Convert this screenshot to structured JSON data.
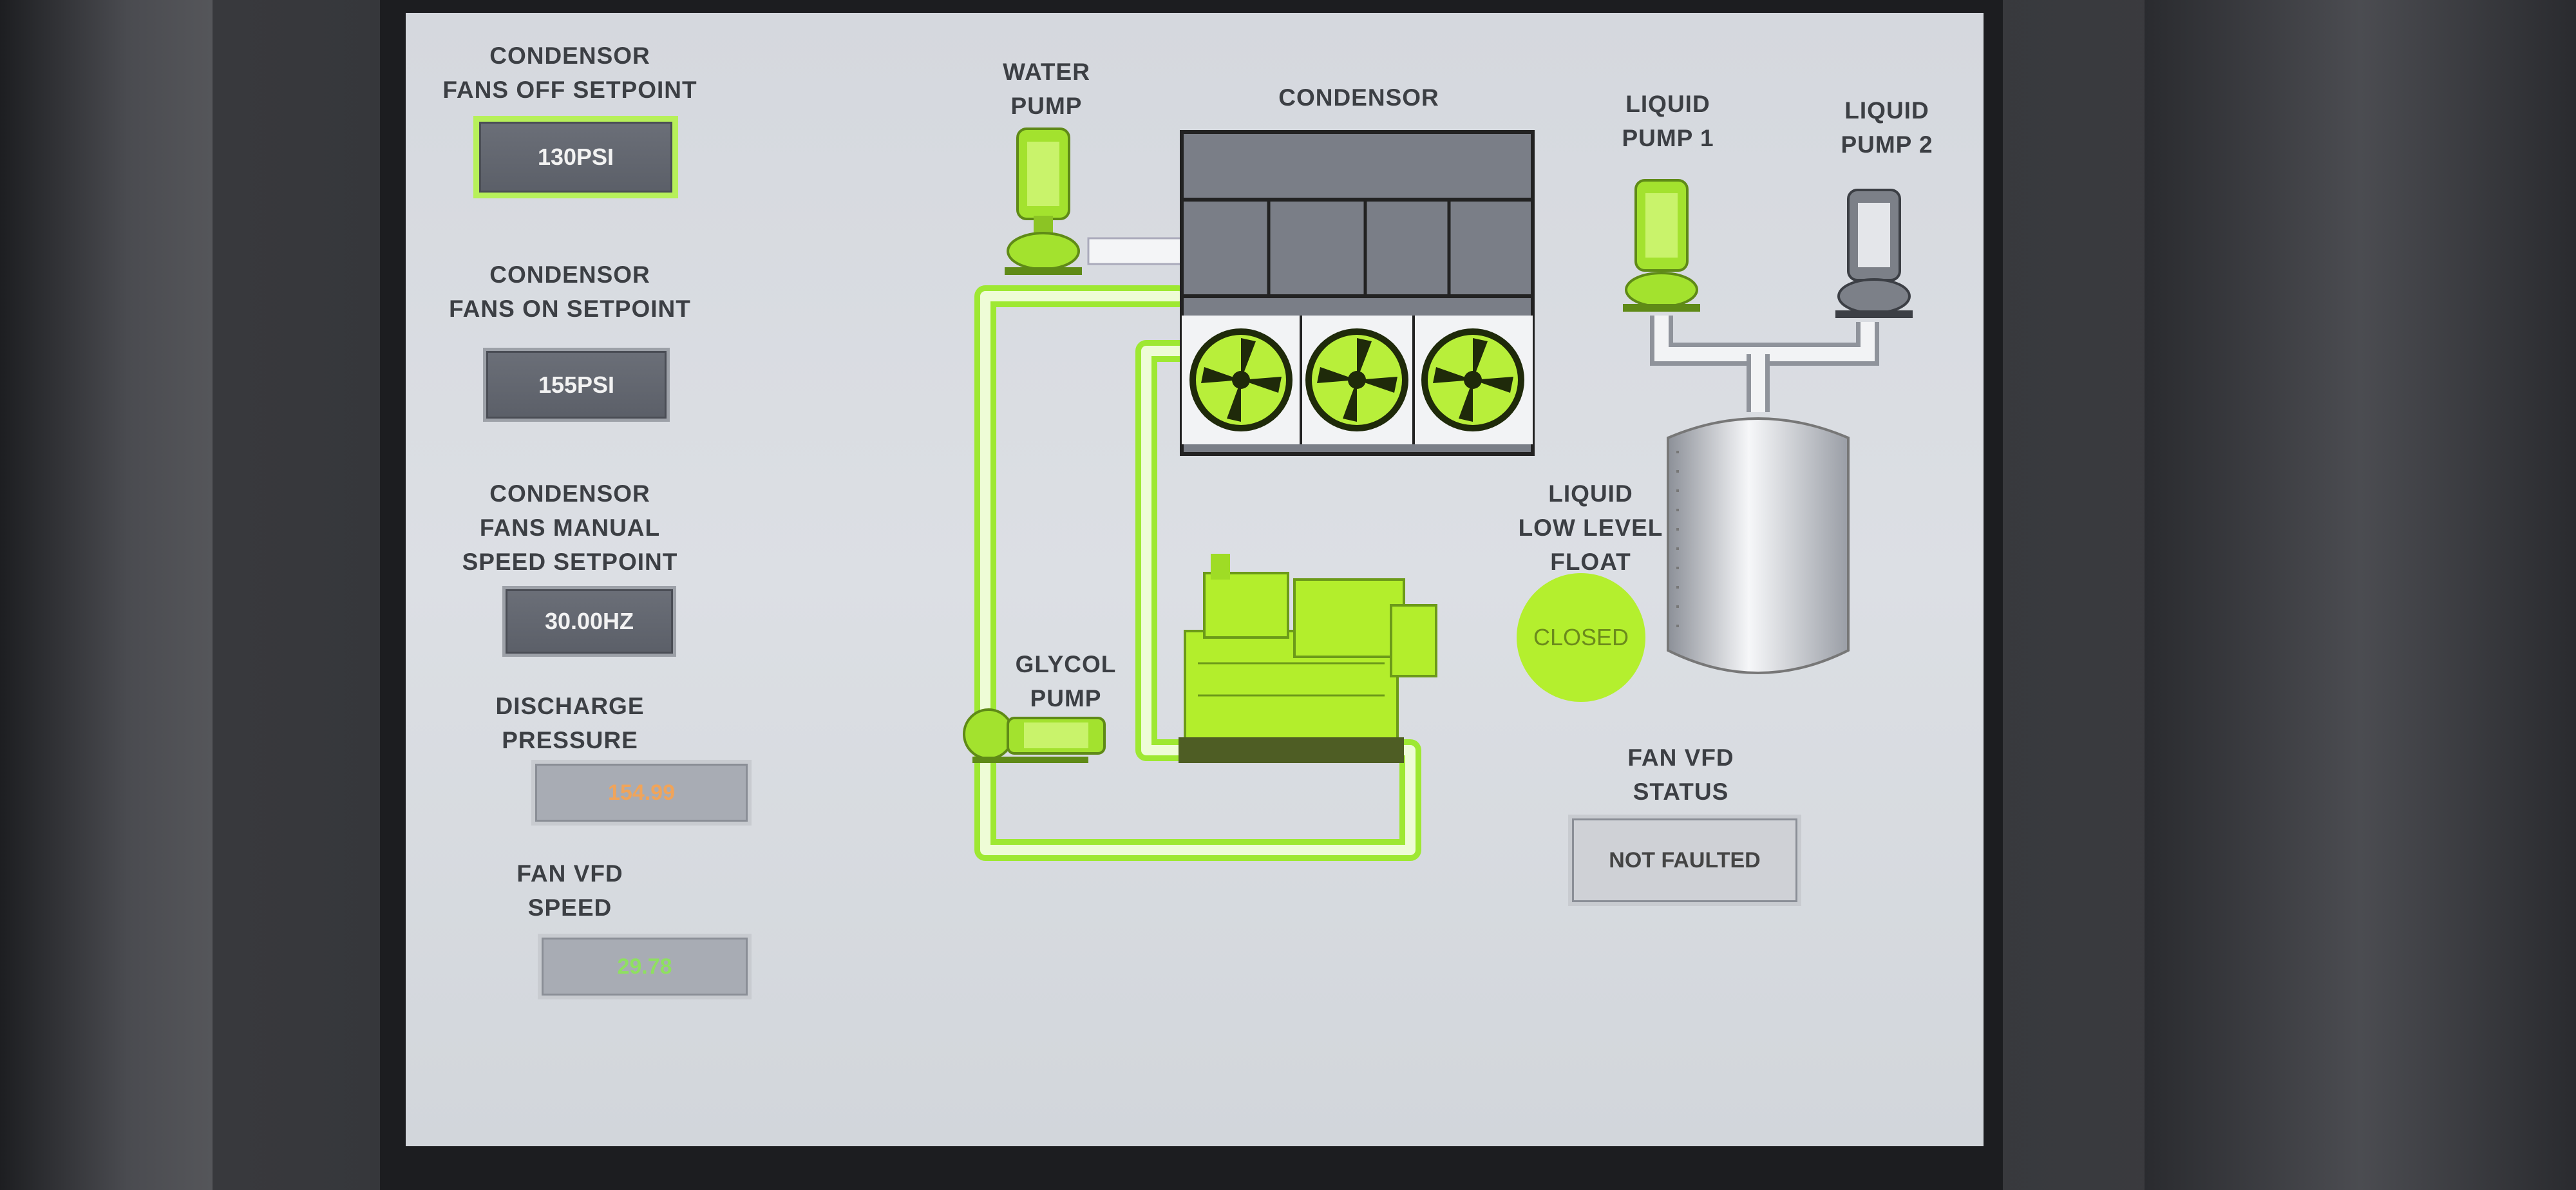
{
  "setpoints": {
    "fans_off": {
      "label_1": "CONDENSOR",
      "label_2": "FANS OFF SETPOINT",
      "value": "130PSI"
    },
    "fans_on": {
      "label_1": "CONDENSOR",
      "label_2": "FANS ON SETPOINT",
      "value": "155PSI"
    },
    "manual_speed": {
      "label_1": "CONDENSOR",
      "label_2": "FANS MANUAL",
      "label_3": "SPEED SETPOINT",
      "value": "30.00HZ"
    }
  },
  "readouts": {
    "discharge_pressure": {
      "label_1": "DISCHARGE",
      "label_2": "PRESSURE",
      "value": "154.99"
    },
    "fan_vfd_speed": {
      "label_1": "FAN VFD",
      "label_2": "SPEED",
      "value": "29.78"
    }
  },
  "equipment": {
    "water_pump": {
      "label_1": "WATER",
      "label_2": "PUMP"
    },
    "condensor": {
      "label": "CONDENSOR"
    },
    "liquid_pump_1": {
      "label_1": "LIQUID",
      "label_2": "PUMP 1"
    },
    "liquid_pump_2": {
      "label_1": "LIQUID",
      "label_2": "PUMP 2"
    },
    "glycol_pump": {
      "label_1": "GLYCOL",
      "label_2": "PUMP"
    }
  },
  "float": {
    "label_1": "LIQUID",
    "label_2": "LOW LEVEL",
    "label_3": "FLOAT",
    "state": "CLOSED"
  },
  "vfd_status": {
    "label_1": "FAN VFD",
    "label_2": "STATUS",
    "value": "NOT FAULTED"
  },
  "colors": {
    "active_green": "#b4ef2e",
    "readout_orange": "#f0a45a",
    "readout_green": "#8fe060",
    "field_gray": "#5f636c"
  }
}
